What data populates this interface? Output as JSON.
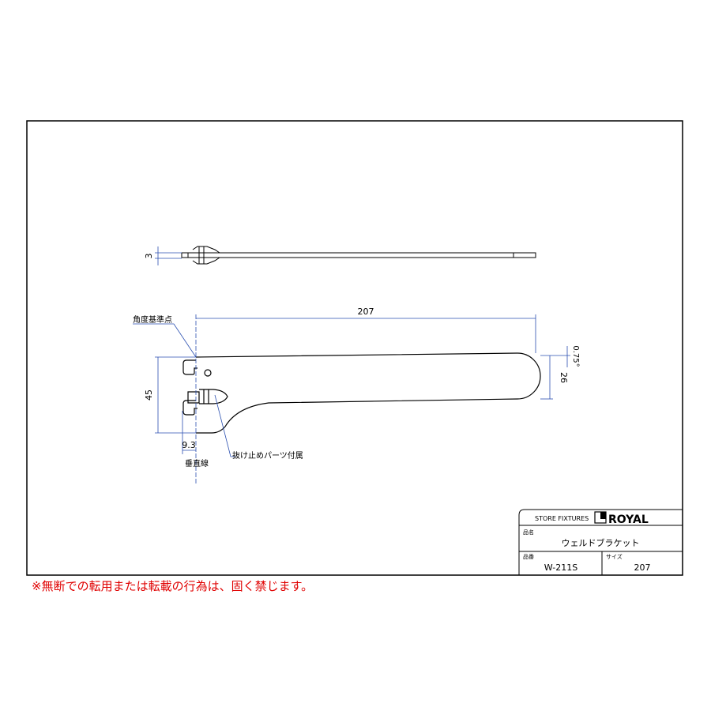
{
  "drawing": {
    "top_view": {
      "thickness_label": "3"
    },
    "front_view": {
      "length_label": "207",
      "height_label": "45",
      "tip_height_label": "26",
      "angle_label": "0.75°",
      "offset_label": "9.3",
      "angle_reference_label": "角度基準点",
      "vertical_line_label": "垂直線",
      "stopper_label": "抜け止めパーツ付属"
    }
  },
  "title_block": {
    "company_tagline": "STORE FIXTURES",
    "brand": "ROYAL",
    "product_name_heading": "品名",
    "product_name": "ウェルドブラケット",
    "product_code_heading": "品番",
    "product_code": "W-211S",
    "size_heading": "サイズ",
    "size": "207"
  },
  "copyright_note": "※無断での転用または転載の行為は、固く禁じます。",
  "colors": {
    "line": "#000000",
    "dimension": "#2a4fb0",
    "note": "#e00000"
  }
}
